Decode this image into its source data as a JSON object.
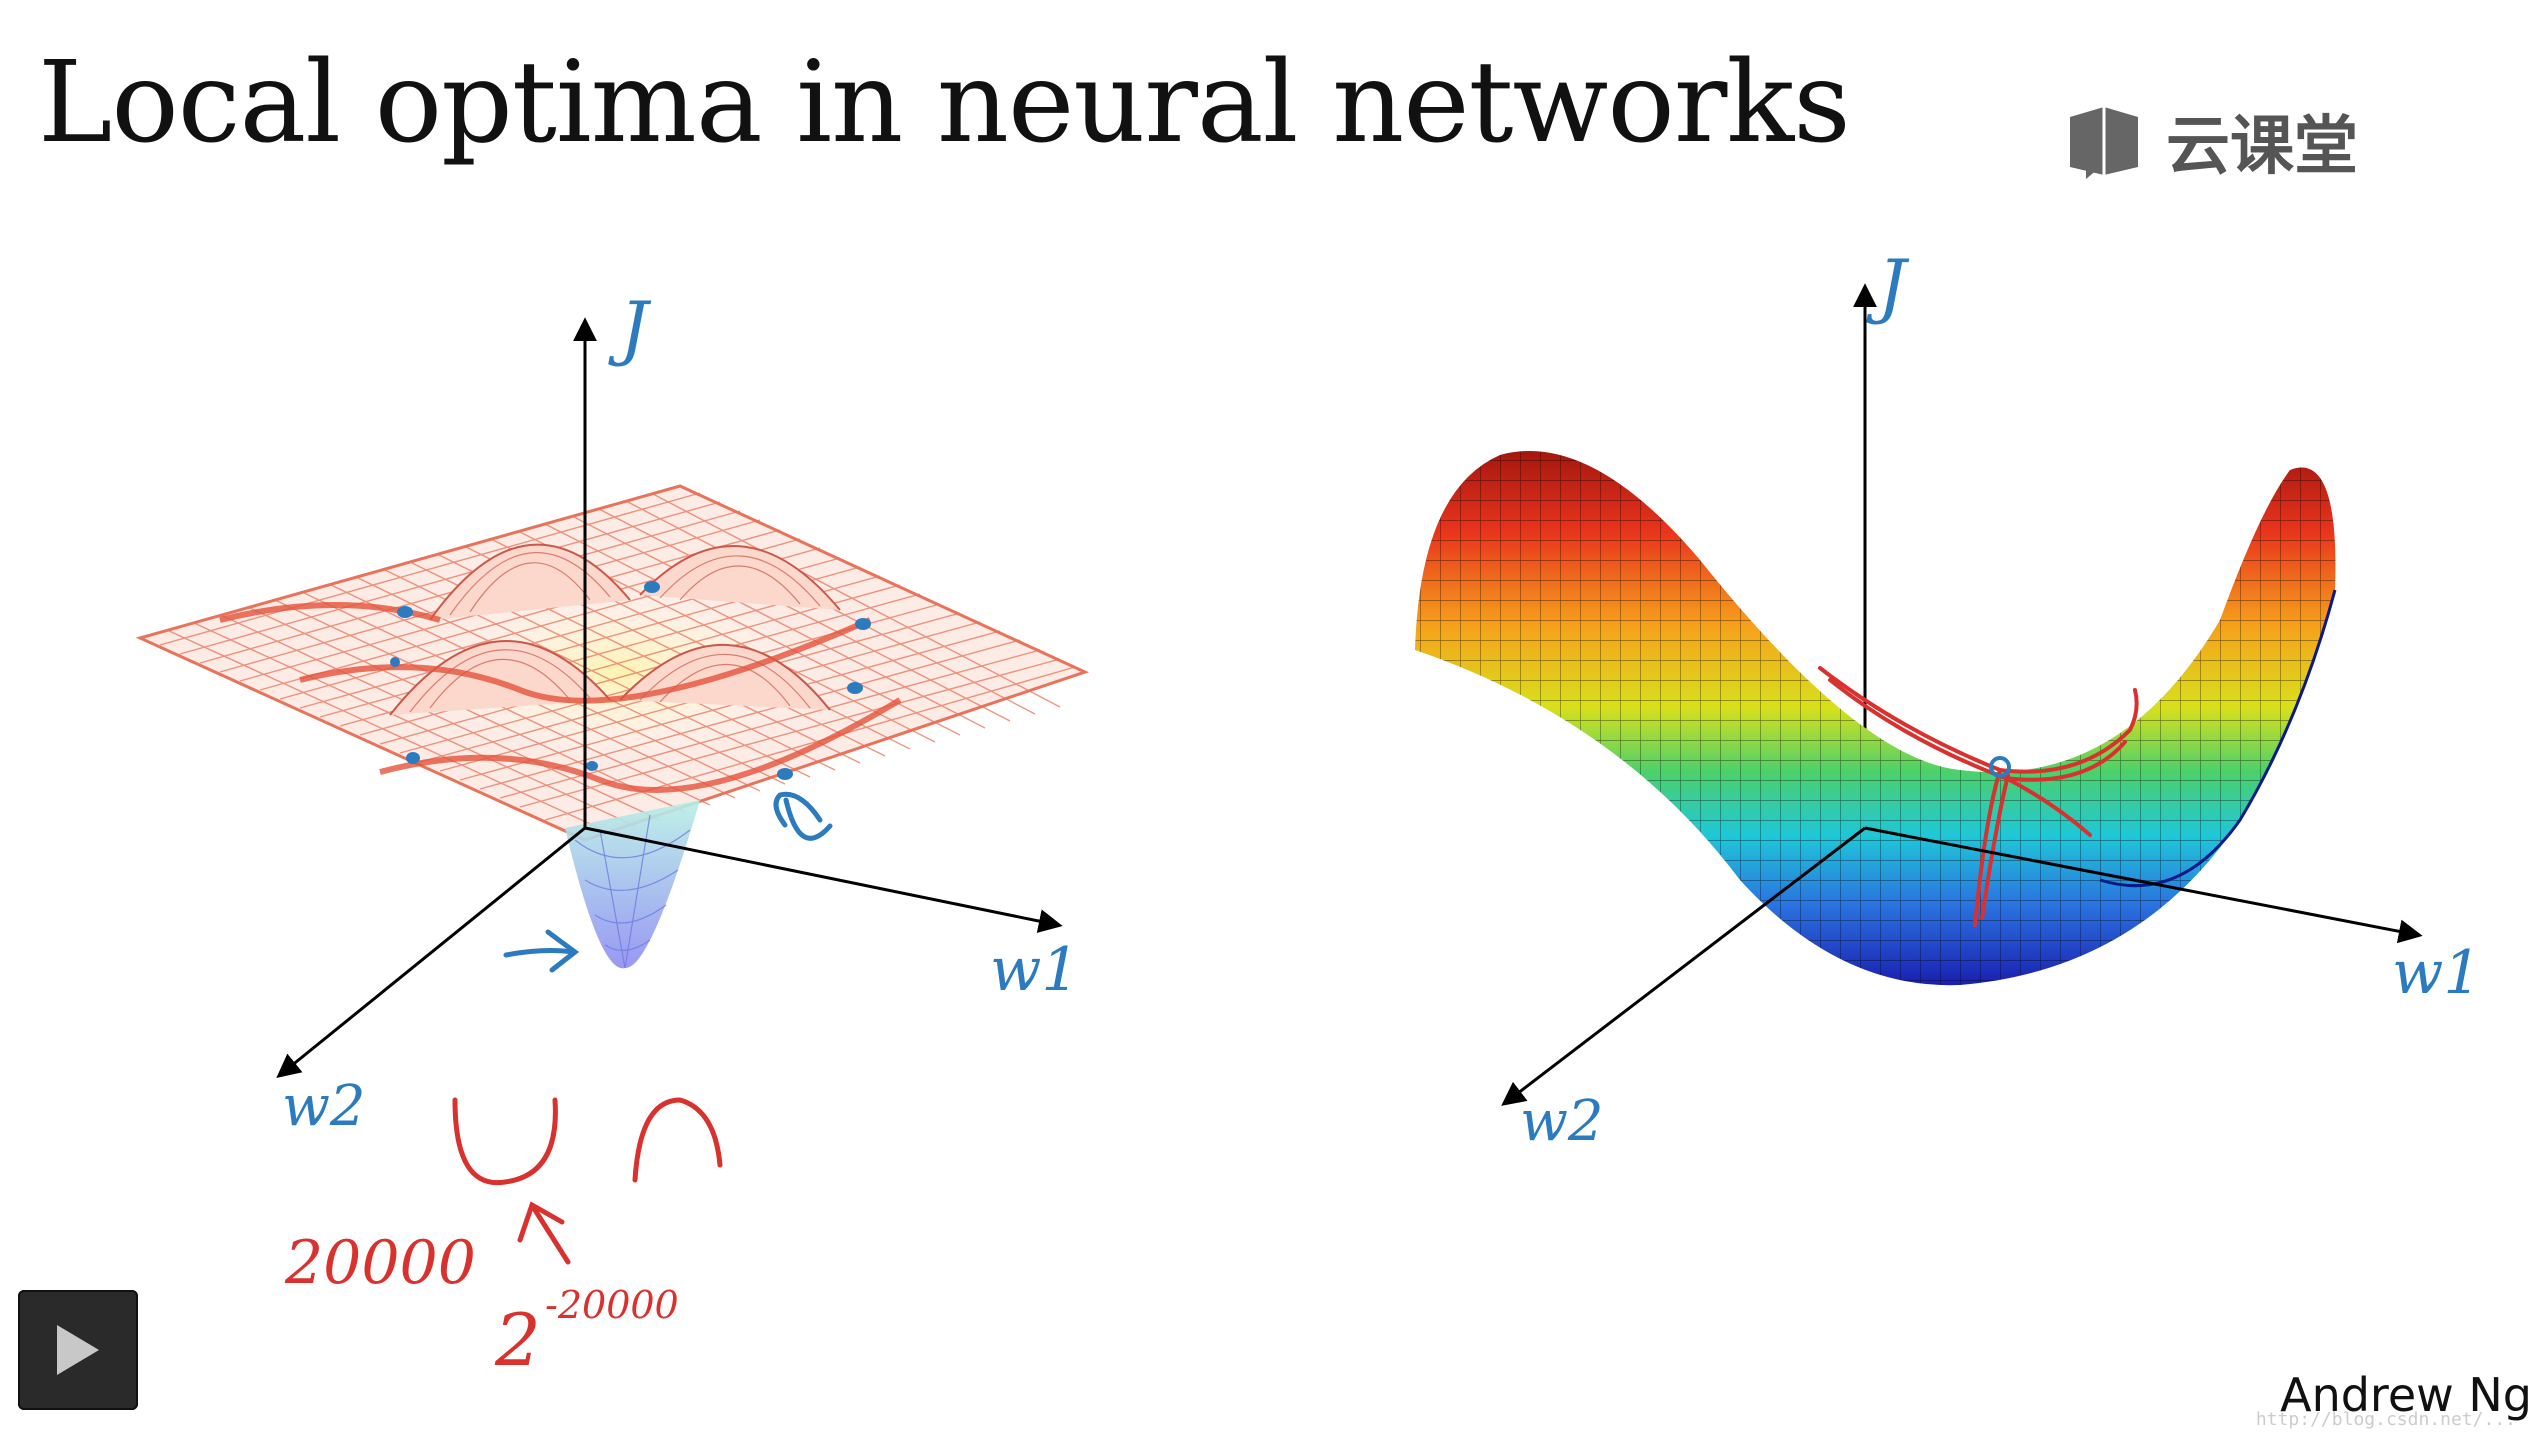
{
  "slide": {
    "title": "Local optima in neural networks",
    "logo": {
      "text": "云课堂",
      "icon": "book-icon"
    },
    "author": "Andrew Ng",
    "watermark": "http://blog.csdn.net/...",
    "play_button": {
      "icon": "play-icon"
    }
  },
  "left_plot": {
    "axis_labels": {
      "vertical": "J",
      "right": "w1",
      "left": "w2"
    },
    "annotations": {
      "dim": "20000",
      "prob_base": "2",
      "prob_exp": "-20000"
    }
  },
  "right_plot": {
    "axis_labels": {
      "vertical": "J",
      "right": "w1",
      "left": "w2"
    }
  },
  "colors": {
    "ink_blue": "#2c7bbf",
    "ink_red": "#d9312e",
    "mesh_red": "#e8735a",
    "axis": "#000000"
  }
}
